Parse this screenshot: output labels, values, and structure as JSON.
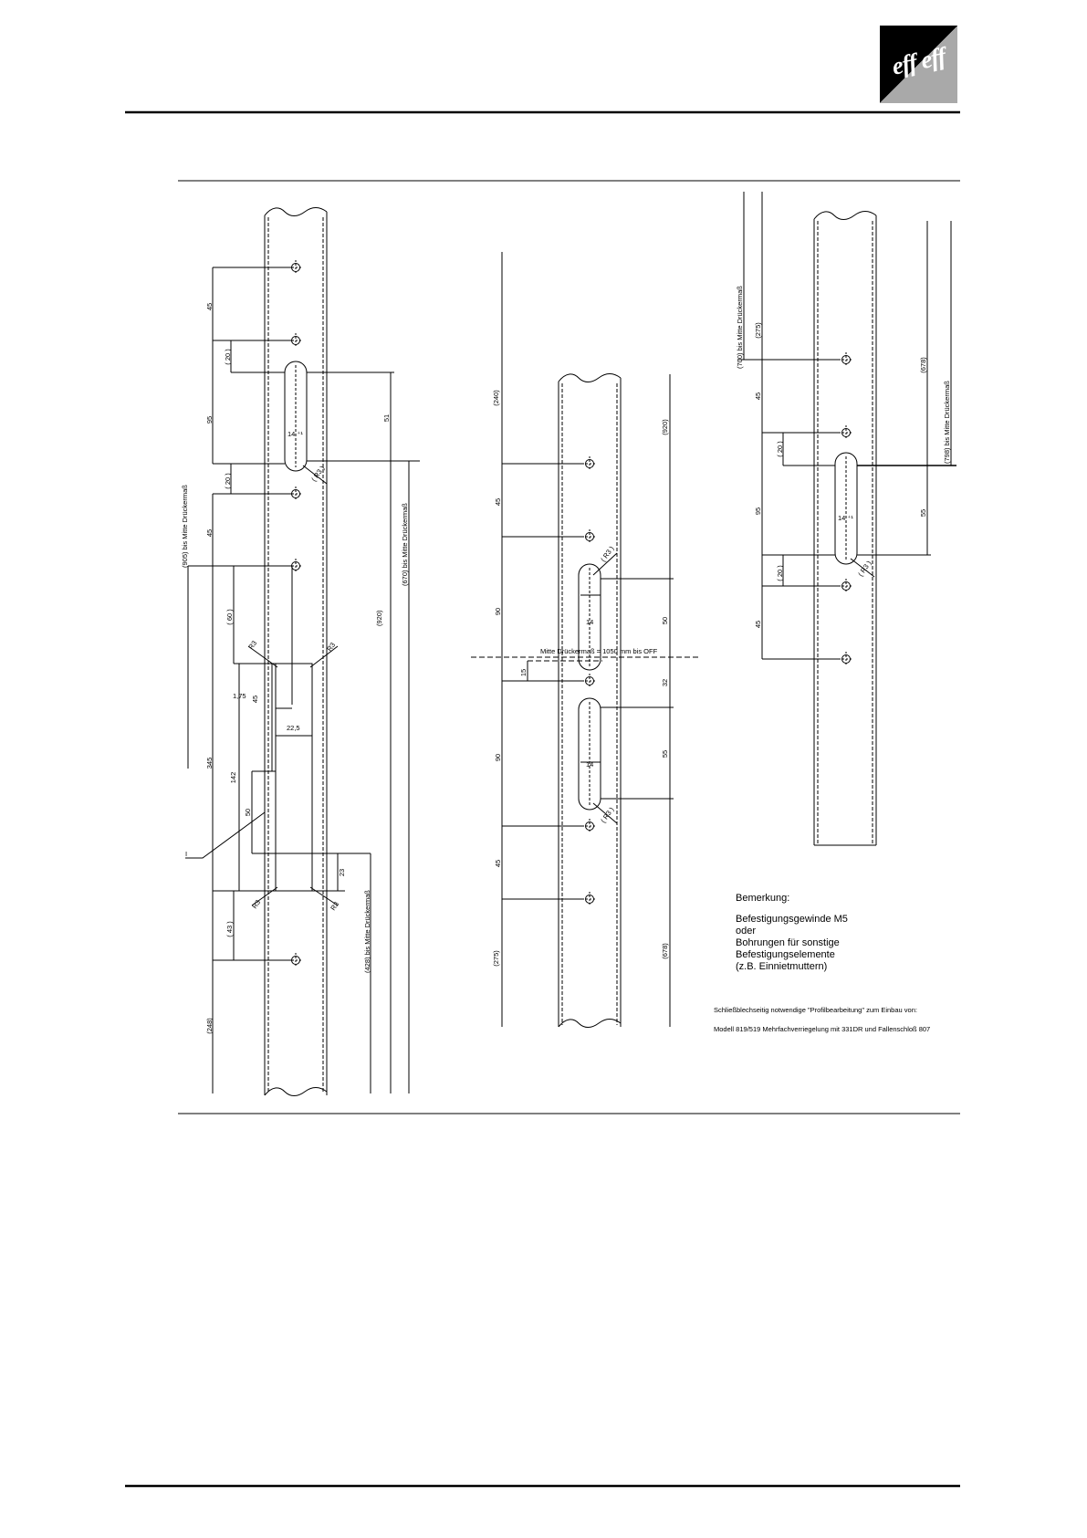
{
  "logo": {
    "text": "eff eff"
  },
  "drawing1": {
    "dims": {
      "d45a": "45",
      "d20a": "( 20 )",
      "d95": "95",
      "d14": "14 ⁺¹",
      "dR3a": "( R3 )",
      "d20b": "( 20 )",
      "d45b": "45",
      "d51": "51",
      "d60": "( 60 )",
      "dR3b": "R3",
      "dR3c": "R3",
      "d175": "1,75",
      "d45c": "45",
      "d225": "22,5",
      "d345": "345",
      "d142": "142",
      "d50": "50",
      "d23": "23",
      "dR3d": "R3",
      "dR3e": "R3",
      "d43": "( 43 )",
      "d248": "(248)",
      "markI": "I"
    },
    "labels": {
      "left905": "(905) bis Mitte Drückermaß",
      "r670": "(670) bis Mitte Drückermaß",
      "r920": "(920)",
      "r428": "(428) bis Mitte Drückermaß"
    }
  },
  "drawing2": {
    "dims": {
      "d240": "(240)",
      "d920": "(920)",
      "d45a": "45",
      "dR3a": "( R3 )",
      "d90a": "90",
      "d14a": "14",
      "d50a": "50",
      "mitte": "Mitte Drückermaß = 1050 mm bis OFF",
      "d15": "15",
      "d32": "32",
      "d90b": "90",
      "d55": "55",
      "d14b": "14",
      "dR3b": "( R3 )",
      "d45b": "45",
      "d275": "(275)",
      "d678": "(678)"
    }
  },
  "drawing3": {
    "dims": {
      "d700": "(700) bis Mitte Drückermaß",
      "d275": "(275)",
      "d678": "(678)",
      "d45a": "45",
      "d798": "(798) bis Mitte Drückermaß",
      "d20a": "( 20 )",
      "d95": "95",
      "d14": "14 ⁺¹",
      "d55": "55",
      "d20b": "( 20 )",
      "dR3": "( R3 )",
      "d45b": "45"
    }
  },
  "notes": {
    "title": "Bemerkung:",
    "lines": [
      "Befestigungsgewinde M5",
      "oder",
      "Bohrungen für sonstige",
      "Befestigungselemente",
      "(z.B. Einnietmuttern)"
    ]
  },
  "footnote": {
    "line1": "Schließblechseitig notwendige \"Profilbearbeitung\" zum Einbau von:",
    "line2": "Modell 819/519 Mehrfachverriegelung mit 331DR und Fallenschloß 807"
  }
}
